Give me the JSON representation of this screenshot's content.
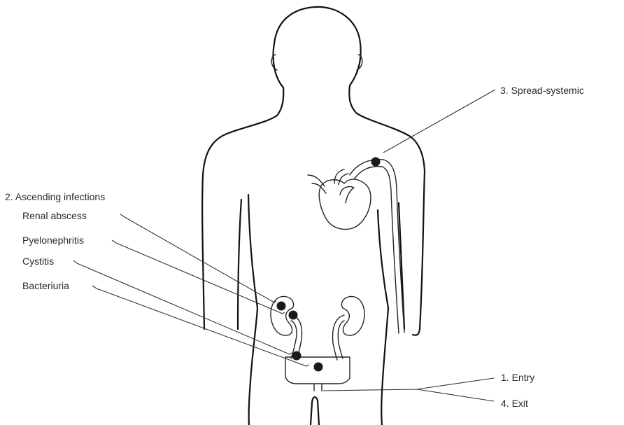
{
  "labels": {
    "spread": "3. Spread-systemic",
    "ascending": "2. Ascending infections",
    "renal_abscess": "Renal abscess",
    "pyelonephritis": "Pyelonephritis",
    "cystitis": "Cystitis",
    "bacteriuria": "Bacteriuria",
    "entry": "1. Entry",
    "exit": "4. Exit"
  }
}
